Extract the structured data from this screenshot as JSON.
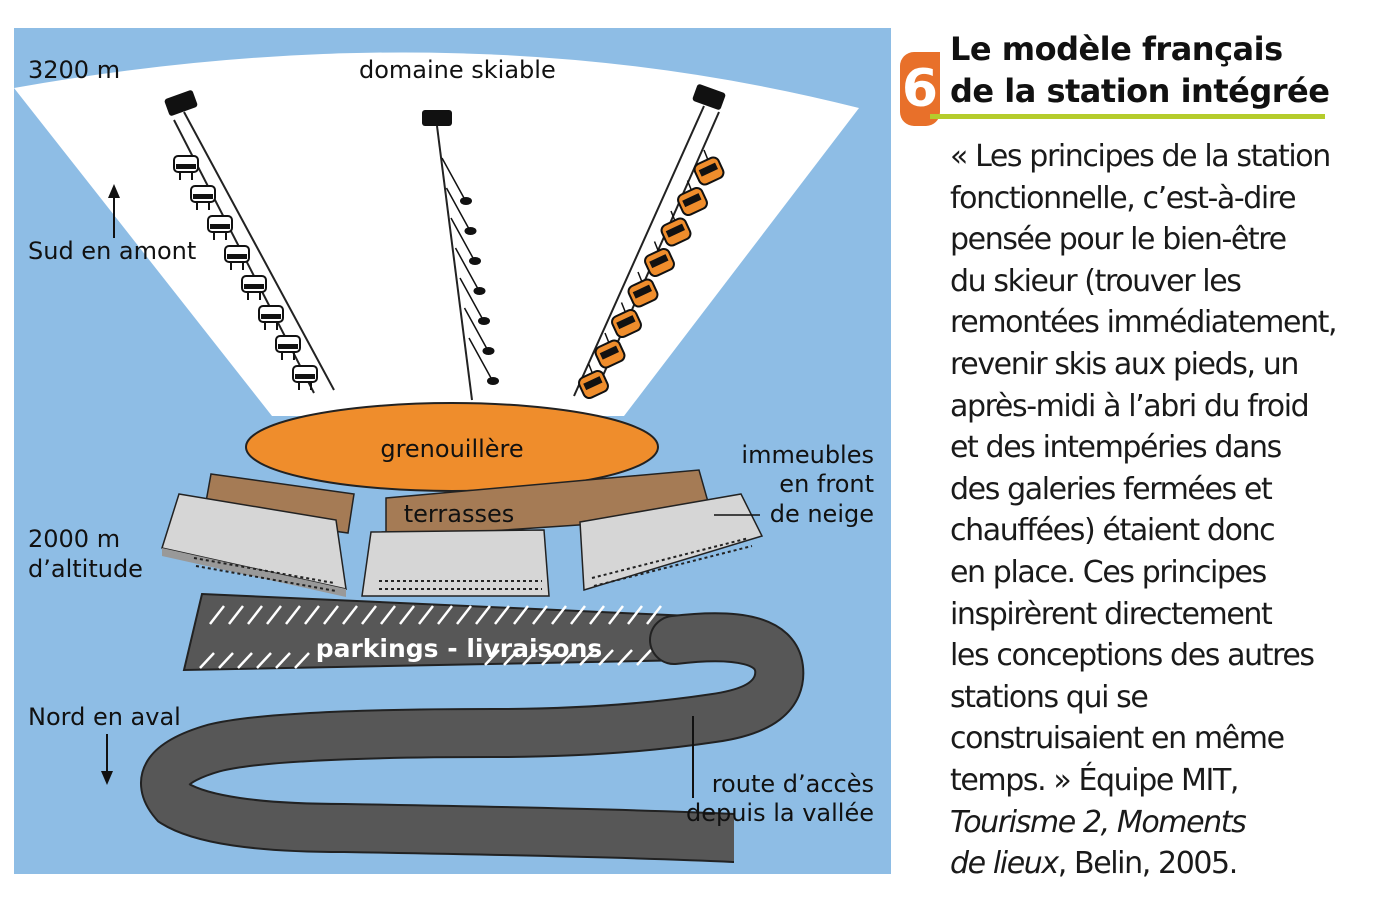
{
  "diagram": {
    "labels": {
      "altitude_top": "3200 m",
      "ski_domain": "domaine skiable",
      "south_upstream": "Sud en amont",
      "grenouillere": "grenouillère",
      "buildings_front": [
        "immeubles",
        "en front",
        "de neige"
      ],
      "terraces": "terrasses",
      "altitude_mid": [
        "2000 m",
        "d’altitude"
      ],
      "parking": "parkings - livraisons",
      "north_downstream": "Nord en aval",
      "access_road": [
        "route d’accès",
        "depuis la vallée"
      ]
    },
    "colors": {
      "sky_blue": "#8ebde5",
      "snow": "#ffffff",
      "grenouillere_orange": "#ef8d2c",
      "terrace_brown": "#a57b55",
      "building_grey": "#d6d6d6",
      "road_dark": "#575757",
      "gondola_orange": "#ef8d2c"
    }
  },
  "sidebar": {
    "number": "6",
    "title_lines": [
      "Le modèle français",
      "de la station intégrée"
    ],
    "accent_color": "#e8702a",
    "rule_color": "#b5cc2c",
    "quote_lines": [
      "« Les principes de la station",
      "fonctionnelle, c’est-à-dire",
      "pensée pour le bien-être",
      "du skieur (trouver les",
      "remontées immédiatement,",
      "revenir skis aux pieds, un",
      "après-midi à l’abri du  froid",
      "et des intempéries dans",
      "des galeries fermées et",
      "chauffées) étaient donc",
      "en place. Ces principes",
      "inspirèrent directement",
      "les conceptions des autres",
      "stations qui se",
      "construisaient en même",
      "temps. » Équipe MIT,"
    ],
    "citation": {
      "book_line1": "Tourisme 2, Moments",
      "book_line2": "de lieux",
      "publisher": ", Belin, 2005."
    }
  }
}
